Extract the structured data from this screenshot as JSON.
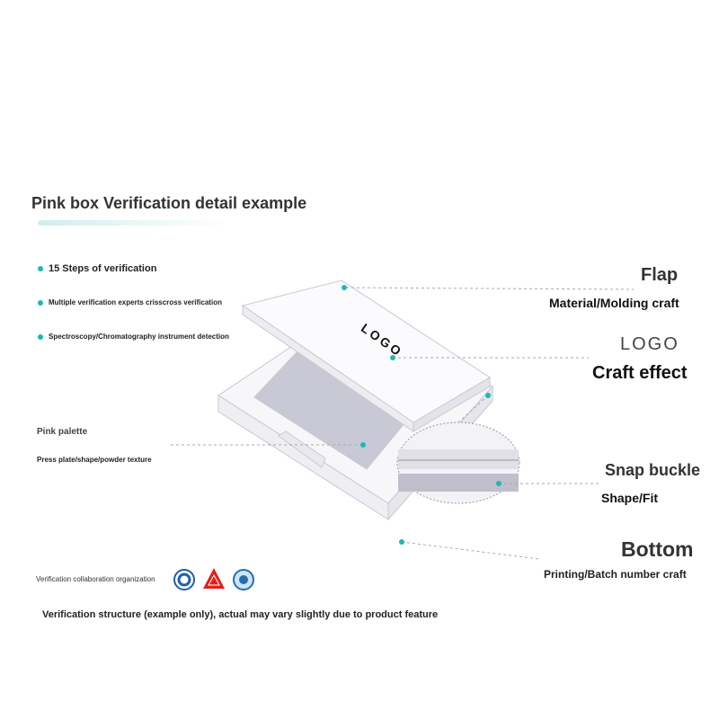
{
  "title": "Pink box Verification detail example",
  "bullets": [
    "15 Steps of verification",
    "Multiple verification experts crisscross verification",
    "Spectroscopy/Chromatography instrument detection"
  ],
  "palette": {
    "label": "Pink palette",
    "detail": "Press plate/shape/powder texture"
  },
  "callouts": {
    "flap": {
      "heading": "Flap",
      "detail": "Material/Molding craft"
    },
    "logo": {
      "heading": "LOGO",
      "detail": "Craft effect"
    },
    "snap": {
      "heading": "Snap buckle",
      "detail": "Shape/Fit"
    },
    "bottom": {
      "heading": "Bottom",
      "detail": "Printing/Batch number craft"
    }
  },
  "lid_logo": "LOGO",
  "organization_label": "Verification collaboration organization",
  "footnote": "Verification structure (example only), actual may vary slightly due to product feature",
  "colors": {
    "accent": "#1fb8b8",
    "text": "#222222"
  }
}
